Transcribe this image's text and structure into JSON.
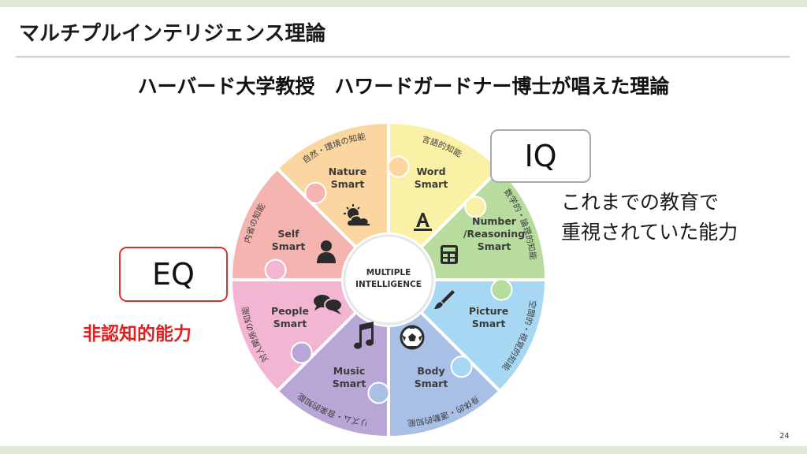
{
  "slide": {
    "title": "マルチプルインテリジェンス理論",
    "subtitle": "ハーバード大学教授　ハワードガードナー博士が唱えた理論",
    "page_number": "24"
  },
  "wheel": {
    "center": [
      "MULTIPLE",
      "INTELLIGENCE"
    ],
    "segments": [
      {
        "key": "word",
        "label_lines": [
          "Word",
          "Smart"
        ],
        "arc_text": "言語的知能",
        "color": "#fbf1a6",
        "icon": "letter-a-icon"
      },
      {
        "key": "number",
        "label_lines": [
          "Number",
          "/Reasoning",
          "Smart"
        ],
        "arc_text": "数学的・論理的知能",
        "color": "#b7dc9e",
        "icon": "calculator-icon"
      },
      {
        "key": "picture",
        "label_lines": [
          "Picture",
          "Smart"
        ],
        "arc_text": "空間的・視覚的知能",
        "color": "#a6d8f3",
        "icon": "paintbrush-icon"
      },
      {
        "key": "body",
        "label_lines": [
          "Body",
          "Smart"
        ],
        "arc_text": "身体的・運動的知能",
        "color": "#a9c0e6",
        "icon": "soccer-ball-icon"
      },
      {
        "key": "music",
        "label_lines": [
          "Music",
          "Smart"
        ],
        "arc_text": "リズム・音楽的知能",
        "color": "#b8a6d6",
        "icon": "music-note-icon"
      },
      {
        "key": "people",
        "label_lines": [
          "People",
          "Smart"
        ],
        "arc_text": "対人関係の知能",
        "color": "#f2b6d3",
        "icon": "speech-bubbles-icon"
      },
      {
        "key": "self",
        "label_lines": [
          "Self",
          "Smart"
        ],
        "arc_text": "内省の知能",
        "color": "#f6b4b0",
        "icon": "person-icon"
      },
      {
        "key": "nature",
        "label_lines": [
          "Nature",
          "Smart"
        ],
        "arc_text": "自然・環境の知能",
        "color": "#fbd6a0",
        "icon": "sun-cloud-icon"
      }
    ]
  },
  "callouts": {
    "iq_label": "IQ",
    "iq_desc_line1": "これまでの教育で",
    "iq_desc_line2": "重視されていた能力",
    "iq_border_color": "#a9a9a9",
    "eq_label": "EQ",
    "eq_desc": "非認知的能力",
    "eq_color": "#e02020"
  }
}
